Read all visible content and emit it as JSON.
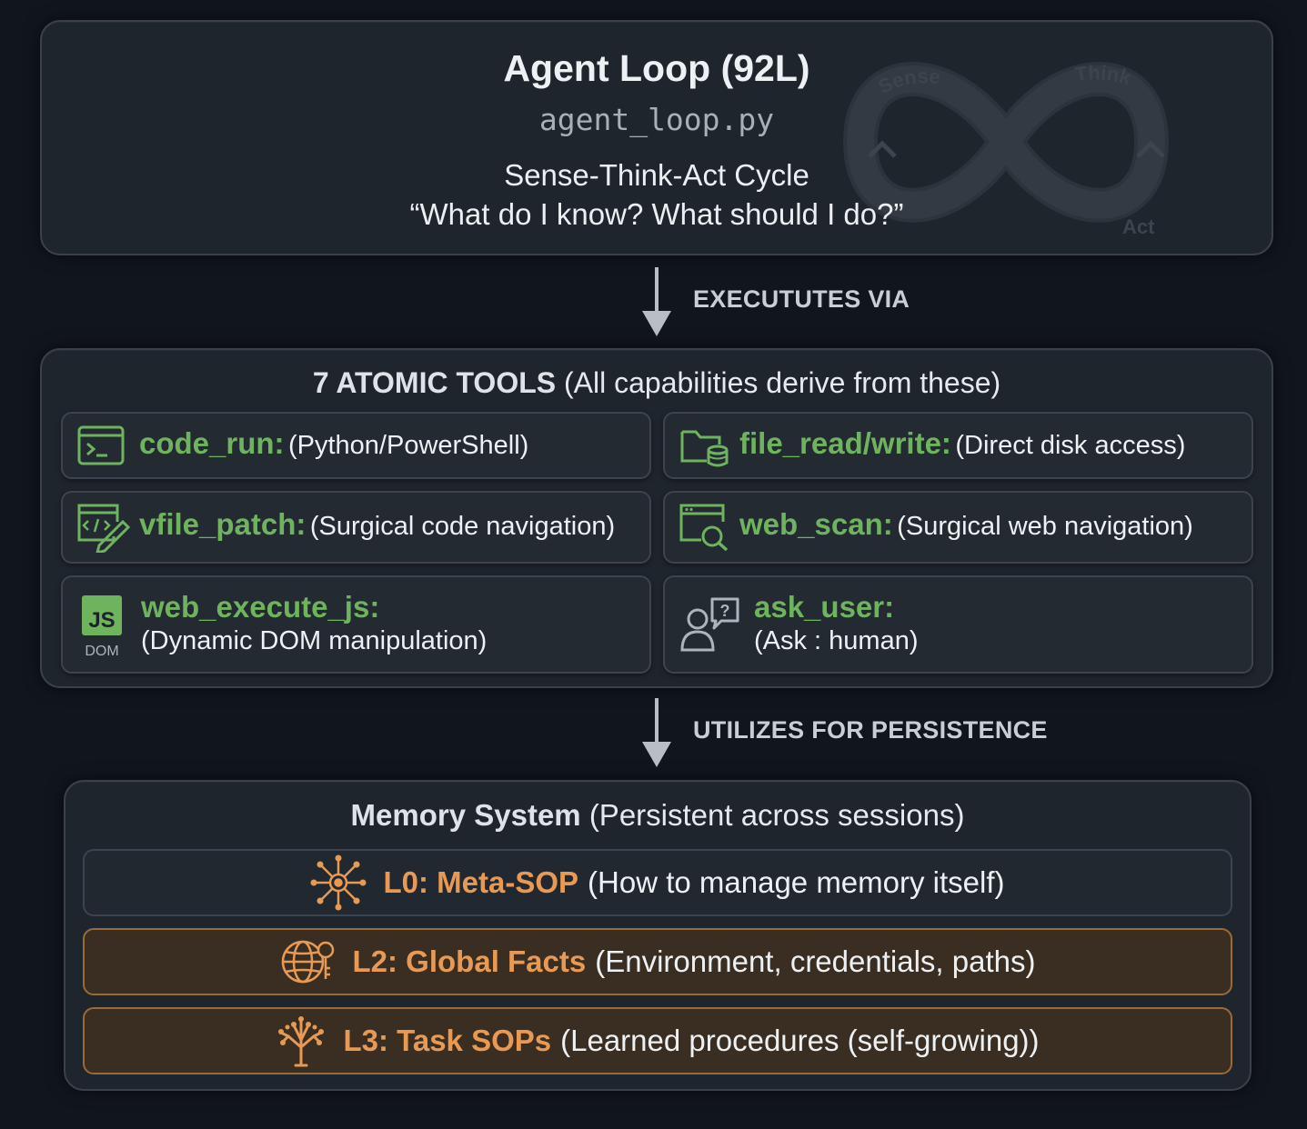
{
  "agent_loop": {
    "title": "Agent Loop (92L)",
    "file": "agent_loop.py",
    "cycle": "Sense-Think-Act Cycle",
    "quote": "“What do I know? What should I do?”",
    "infinity_labels": {
      "sense": "Sense",
      "think": "Think",
      "act": "Act"
    }
  },
  "connectors": {
    "first": "EXECUTUTES VIA",
    "second": "UTILIZES FOR PERSISTENCE"
  },
  "tools": {
    "heading_bold": "7 ATOMIC TOOLS",
    "heading_rest": "(All capabilities derive from these)",
    "items": [
      {
        "name": "code_run:",
        "desc": "(Python/PowerShell)",
        "icon": "terminal-icon"
      },
      {
        "name": "file_read/write:",
        "desc": "(Direct disk access)",
        "icon": "folder-database-icon"
      },
      {
        "name": "vfile_patch:",
        "desc": "(Surgical code navigation)",
        "icon": "code-edit-icon"
      },
      {
        "name": "web_scan:",
        "desc": "(Surgical web navigation)",
        "icon": "browser-search-icon"
      },
      {
        "name": "web_execute_js:",
        "desc": "(Dynamic DOM manipulation)",
        "icon": "js-dom-icon",
        "icon_text": "JS",
        "icon_sub": "DOM"
      },
      {
        "name": "ask_user:",
        "desc": "(Ask : human)",
        "icon": "user-question-icon",
        "icon_text": "?"
      }
    ]
  },
  "memory": {
    "heading_bold": "Memory System",
    "heading_rest": "(Persistent across sessions)",
    "layers": [
      {
        "name": "L0: Meta-SOP",
        "desc": "(How to manage memory itself)",
        "icon": "network-gear-icon"
      },
      {
        "name": "L2: Global Facts",
        "desc": "(Environment, credentials, paths)",
        "icon": "globe-key-icon"
      },
      {
        "name": "L3: Task SOPs",
        "desc": "(Learned procedures (self-growing))",
        "icon": "tree-icon"
      }
    ]
  },
  "colors": {
    "background": "#11161e",
    "card": "#1f252d",
    "tool_name_green": "#6fb35f",
    "memory_orange": "#e89a55",
    "warm_layer": "#3a2e22"
  }
}
